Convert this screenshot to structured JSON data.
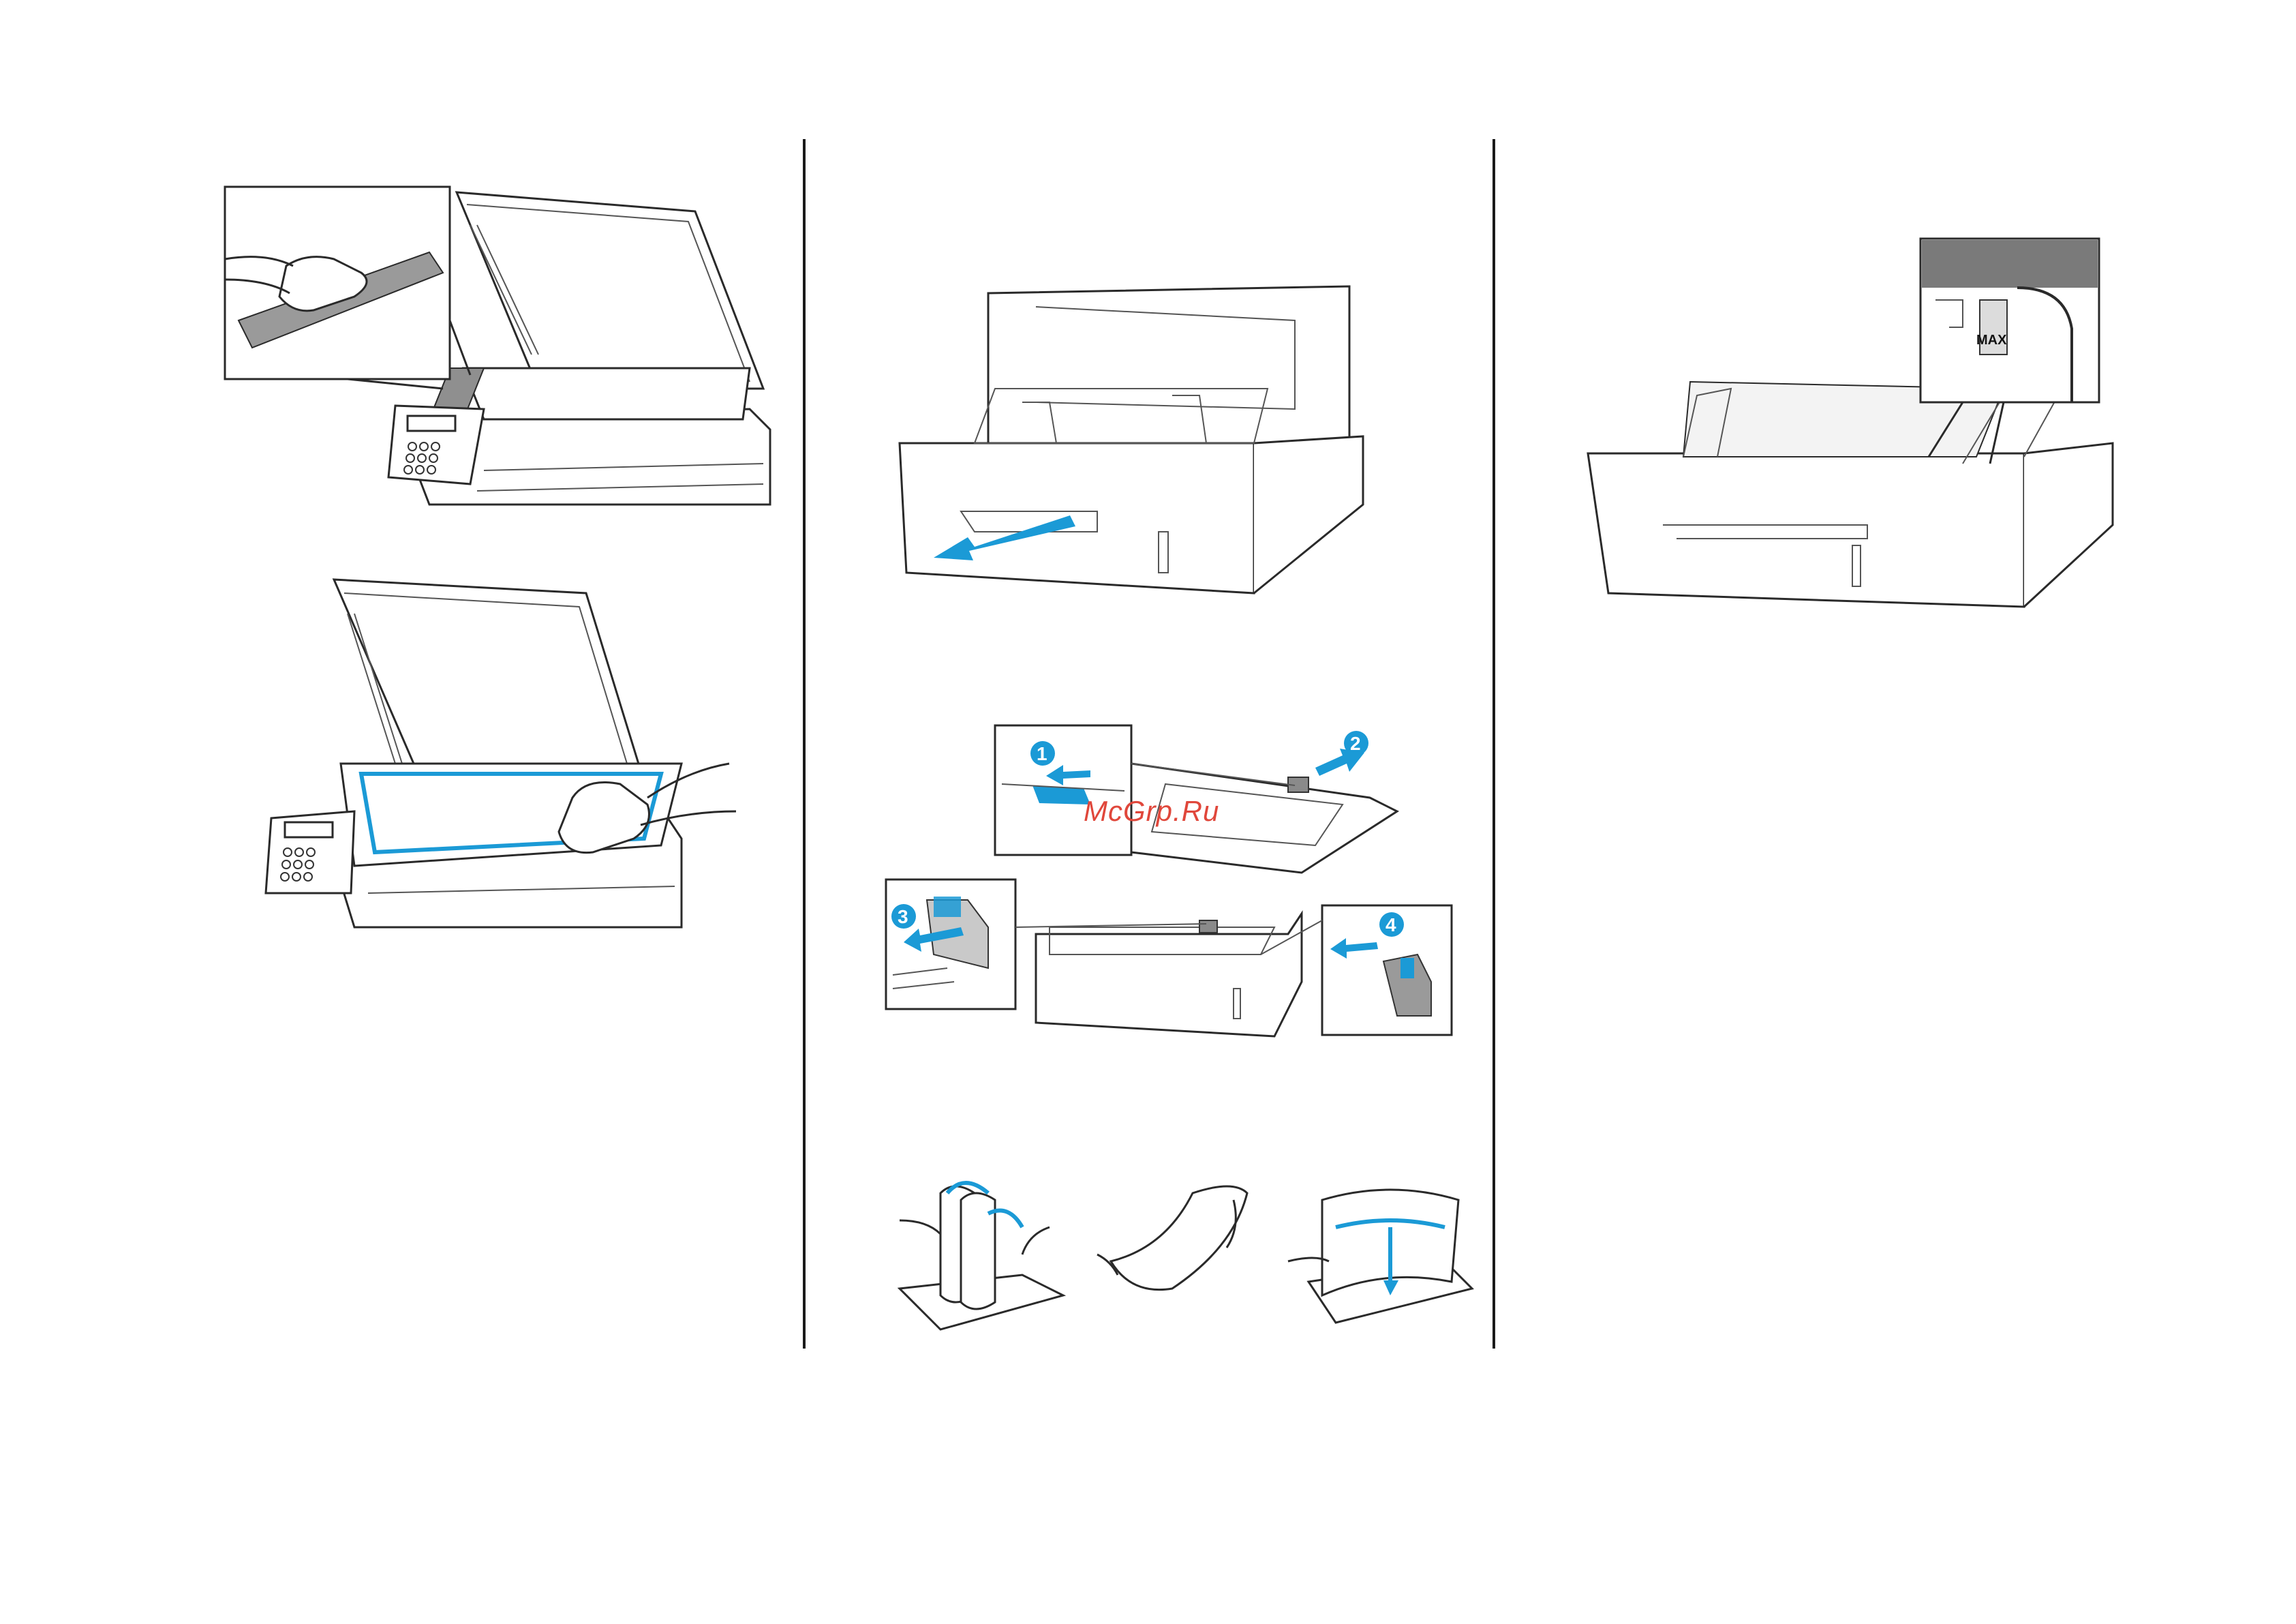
{
  "watermark": "McGrp.Ru",
  "step_badges": [
    "1",
    "2",
    "3",
    "4"
  ],
  "max_label": "MAX",
  "colors": {
    "accent": "#1b9ad6",
    "line": "#2a2a2a",
    "watermark": "#e0473b"
  }
}
